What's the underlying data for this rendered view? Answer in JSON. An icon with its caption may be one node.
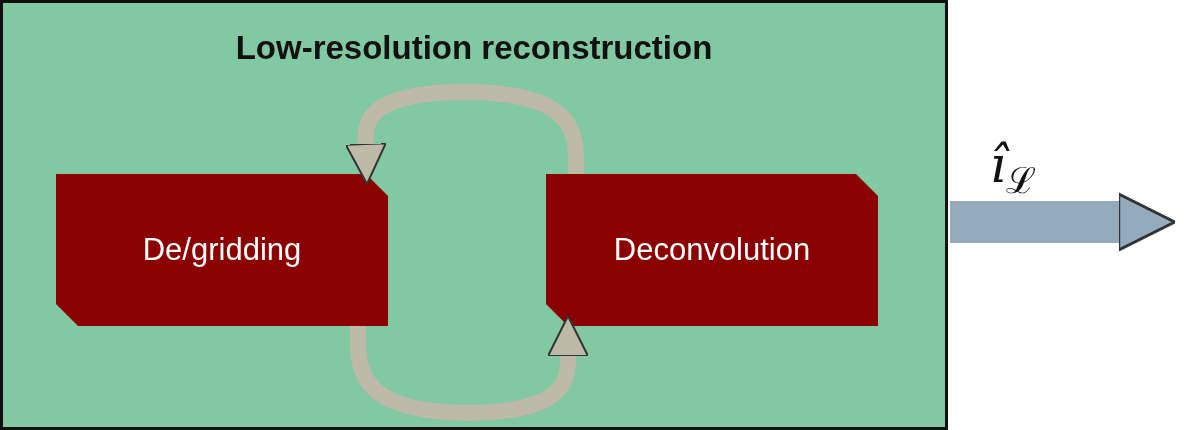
{
  "diagram": {
    "nodes": [
      {
        "text": [
          "Low-resolution reconstruction"
        ]
      },
      {
        "text": [
          "De/gridding"
        ],
        "in": 0
      },
      {
        "text": [
          "Deconvolution"
        ],
        "in": 0
      }
    ],
    "edges": [
      {
        "from": 2,
        "to": 1,
        "arrow": "to"
      },
      {
        "from": 1,
        "to": 2,
        "arrow": "to"
      },
      {
        "from": 0,
        "to": null,
        "arrow": "to",
        "label": "î$_{ℒ}$",
        "style": "thick",
        "color": "#93abbc"
      }
    ]
  }
}
